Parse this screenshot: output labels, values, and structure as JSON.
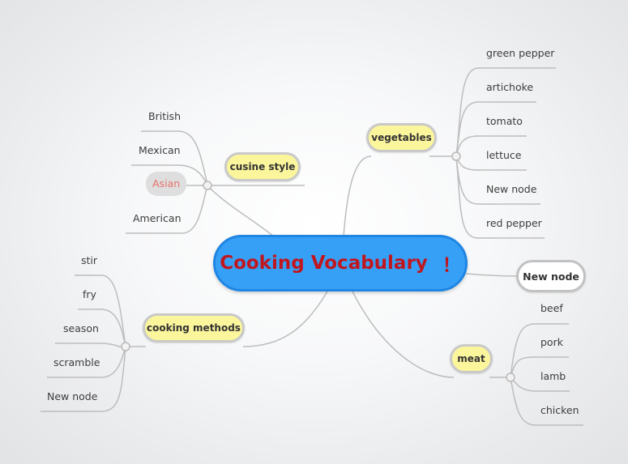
{
  "central": {
    "label": "Cooking Vocabulary",
    "mark": "！"
  },
  "branches": {
    "vegetables": {
      "label": "vegetables",
      "children": [
        "green pepper",
        "artichoke",
        "tomato",
        "lettuce",
        "New node",
        "red pepper"
      ]
    },
    "cusine_style": {
      "label": "cusine style",
      "children": [
        "British",
        "Mexican",
        "Asian",
        "American"
      ]
    },
    "cooking_methods": {
      "label": "cooking methods",
      "children": [
        "stir",
        "fry",
        "season",
        "scramble",
        "New node"
      ]
    },
    "meat": {
      "label": "meat",
      "children": [
        "beef",
        "pork",
        "lamb",
        "chicken"
      ]
    },
    "new_node": {
      "label": "New node"
    }
  },
  "colors": {
    "central_fill": "#36a0f7",
    "central_text": "#c0161e",
    "main_topic_fill": "#fbf59c",
    "line": "#bdbdbd",
    "highlight_text": "#e8726a"
  }
}
